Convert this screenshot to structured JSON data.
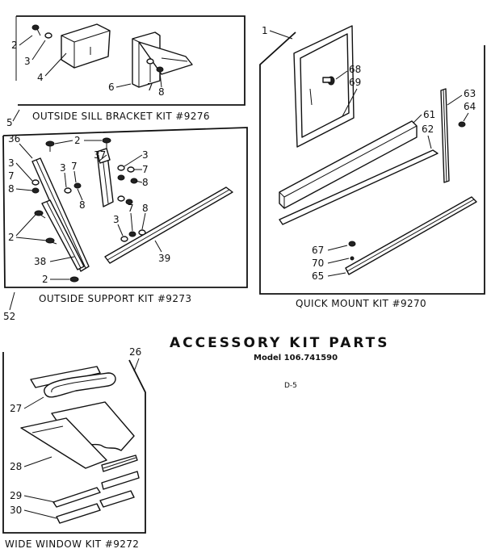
{
  "title": "ACCESSORY KIT PARTS",
  "model": "Model 106.741590",
  "page_ref": "D-5",
  "kits": {
    "sill": "OUTSIDE SILL BRACKET KIT #9276",
    "support": "OUTSIDE SUPPORT KIT #9273",
    "quick": "QUICK MOUNT KIT #9270",
    "wide": "WIDE WINDOW KIT #9272"
  },
  "labels": {
    "n1": "1",
    "n2": "2",
    "n3": "3",
    "n4": "4",
    "n5": "5",
    "n6": "6",
    "n7": "7",
    "n8": "8",
    "n26": "26",
    "n27": "27",
    "n28": "28",
    "n29": "29",
    "n30": "30",
    "n36": "36",
    "n37": "37",
    "n38": "38",
    "n39": "39",
    "n52": "52",
    "n61": "61",
    "n62": "62",
    "n63": "63",
    "n64": "64",
    "n65": "65",
    "n67": "67",
    "n68": "68",
    "n69": "69",
    "n70": "70"
  }
}
